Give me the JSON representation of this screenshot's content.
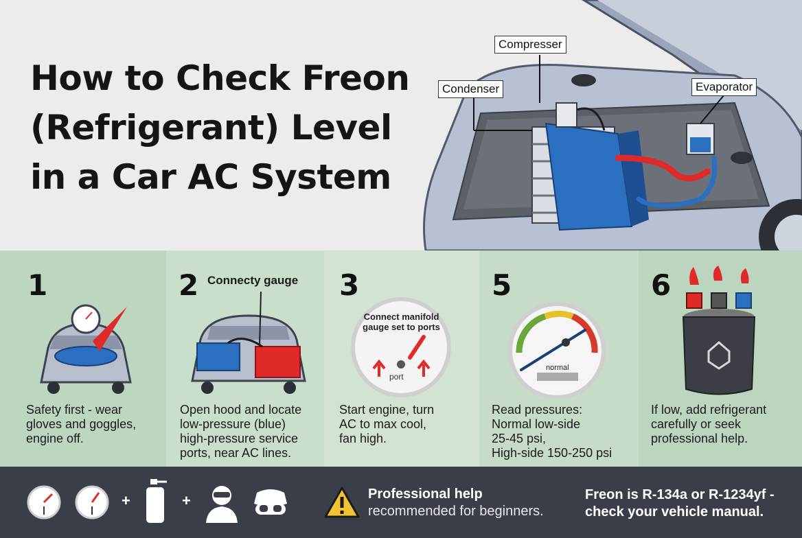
{
  "title": {
    "line1": "How to Check Freon",
    "line2": "(Refrigerant) Level",
    "line3": "in a Car AC System"
  },
  "hero": {
    "labels": {
      "compressor": "Compresser",
      "condenser": "Condenser",
      "evaporator": "Evaporator"
    }
  },
  "steps": [
    {
      "number": "1",
      "caption": "Safety first - wear\ngloves and goggles,\nengine off.",
      "bg": "#bdd6c0"
    },
    {
      "number": "2",
      "heading": "Connecty gauge",
      "caption": "Open hood and locate\nlow-pressure (blue)\nhigh-pressure service\nports, near AC lines.",
      "bg": "#c9decb"
    },
    {
      "number": "3",
      "dial_text": "Connect manifold\ngauge set to ports",
      "dial_port": "port",
      "caption": "Start engine, turn\nAC to max cool,\nfan high.",
      "bg": "#d2e3d3"
    },
    {
      "number": "5",
      "gauge_label": "normal",
      "caption": "Read pressures:\nNormal low-side\n25-45 psi,\nHigh-side 150-250 psi",
      "bg": "#c6dcc8"
    },
    {
      "number": "6",
      "caption": "If low, add refrigerant\ncarefully or seek\nprofessional help.",
      "bg": "#bcd5be"
    }
  ],
  "footer": {
    "plus": "+",
    "warning_title": "Professional help",
    "warning_sub": "recommended for beginners.",
    "note": "Freon is R-134a or R-1234yf -\ncheck your vehicle manual."
  },
  "colors": {
    "dark_bar": "#3a3e48",
    "blue_part": "#2b6fc0",
    "red_part": "#e02a2a",
    "warning_yellow": "#f2c230"
  }
}
